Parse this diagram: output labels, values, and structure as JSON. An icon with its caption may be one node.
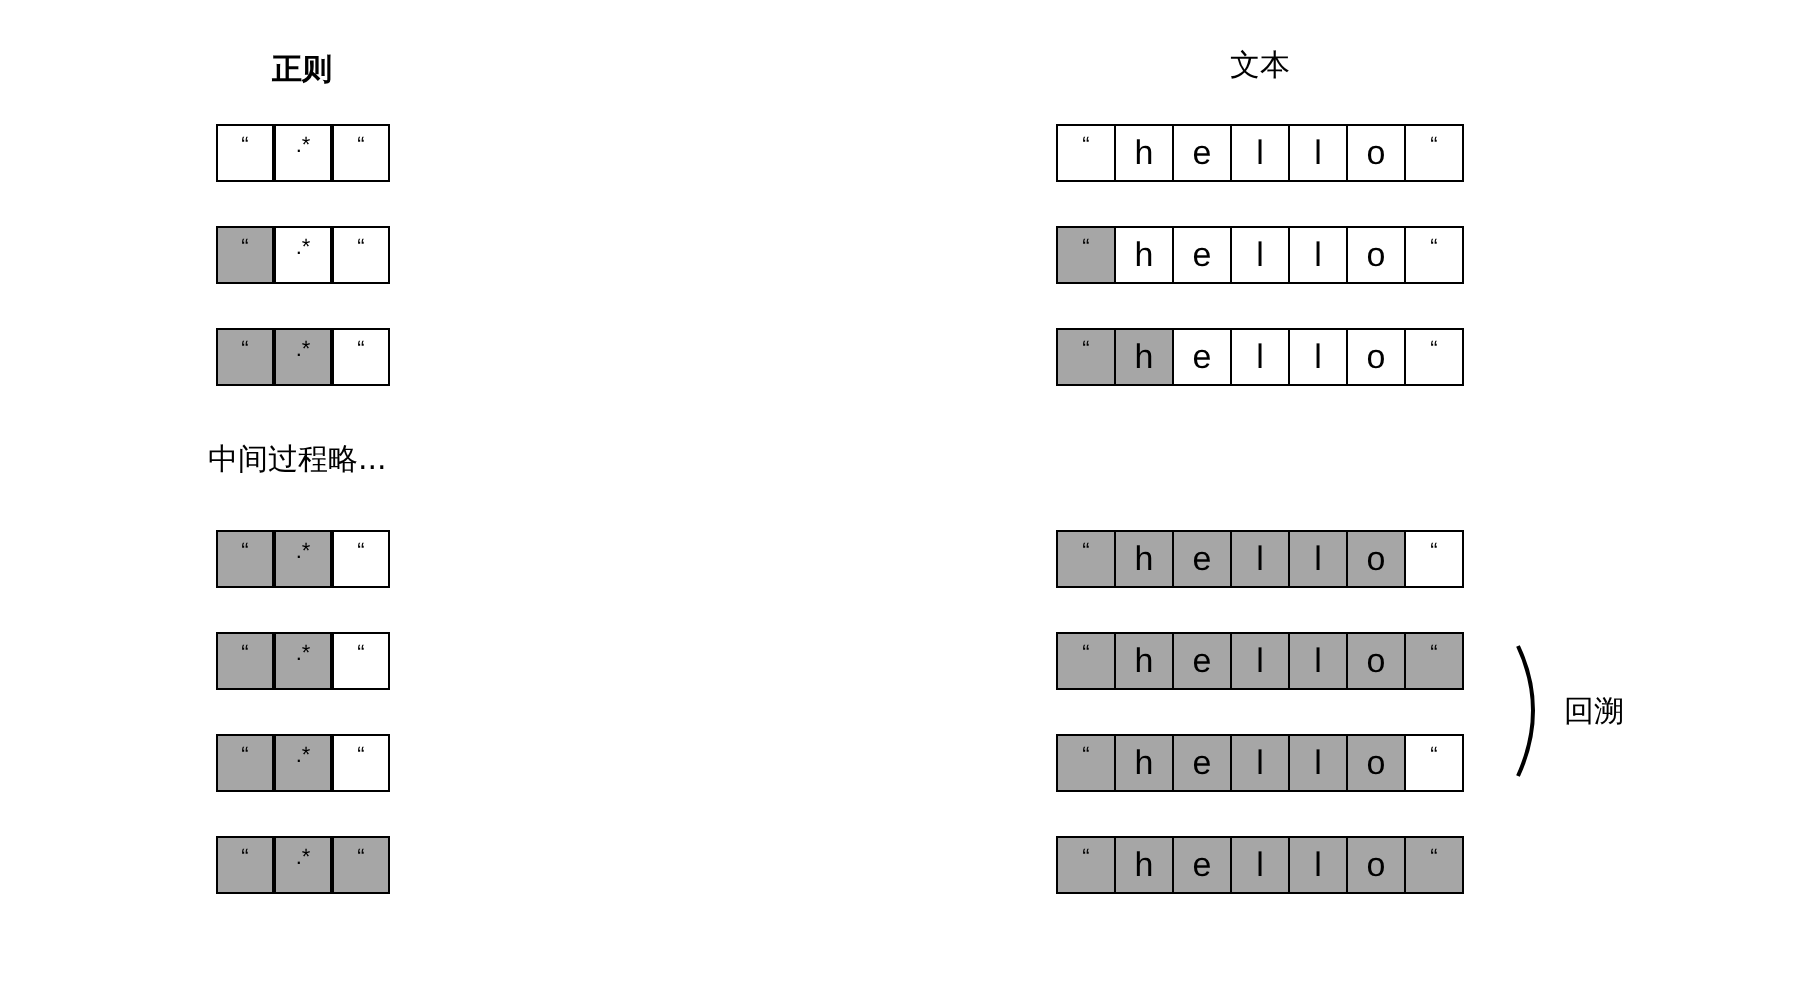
{
  "diagram": {
    "nodes": [
      {
        "text": [
          "“"
        ]
      },
      {
        "text": [
          ".*"
        ]
      },
      {
        "text": [
          "“"
        ]
      },
      {
        "text": [
          "“"
        ]
      },
      {
        "text": [
          ".*"
        ]
      },
      {
        "text": [
          "“"
        ]
      },
      {
        "text": [
          "“"
        ]
      },
      {
        "text": [
          ".*"
        ]
      },
      {
        "text": [
          "“"
        ]
      },
      {
        "text": [
          "“"
        ]
      },
      {
        "text": [
          ".*"
        ]
      },
      {
        "text": [
          "“"
        ]
      },
      {
        "text": [
          "“"
        ]
      },
      {
        "text": [
          ".*"
        ]
      },
      {
        "text": [
          "“"
        ]
      },
      {
        "text": [
          "“"
        ]
      },
      {
        "text": [
          ".*"
        ]
      },
      {
        "text": [
          "“"
        ]
      },
      {
        "text": [
          "“"
        ]
      },
      {
        "text": [
          ".*"
        ]
      },
      {
        "text": [
          "“"
        ]
      },
      {
        "text": [
          "“"
        ]
      },
      {
        "text": [
          "h"
        ]
      },
      {
        "text": [
          "e"
        ]
      },
      {
        "text": [
          "l"
        ]
      },
      {
        "text": [
          "l"
        ]
      },
      {
        "text": [
          "o"
        ]
      },
      {
        "text": [
          "“"
        ]
      },
      {
        "text": [
          "“"
        ]
      },
      {
        "text": [
          "h"
        ]
      },
      {
        "text": [
          "e"
        ]
      },
      {
        "text": [
          "l"
        ]
      },
      {
        "text": [
          "l"
        ]
      },
      {
        "text": [
          "o"
        ]
      },
      {
        "text": [
          "“"
        ]
      },
      {
        "text": [
          "“"
        ]
      },
      {
        "text": [
          "h"
        ]
      },
      {
        "text": [
          "e"
        ]
      },
      {
        "text": [
          "l"
        ]
      },
      {
        "text": [
          "l"
        ]
      },
      {
        "text": [
          "o"
        ]
      },
      {
        "text": [
          "“"
        ]
      },
      {
        "text": [
          "“"
        ]
      },
      {
        "text": [
          "h"
        ]
      },
      {
        "text": [
          "e"
        ]
      },
      {
        "text": [
          "l"
        ]
      },
      {
        "text": [
          "l"
        ]
      },
      {
        "text": [
          "o"
        ]
      },
      {
        "text": [
          "“"
        ]
      },
      {
        "text": [
          "“"
        ]
      },
      {
        "text": [
          "h"
        ]
      },
      {
        "text": [
          "e"
        ]
      },
      {
        "text": [
          "l"
        ]
      },
      {
        "text": [
          "l"
        ]
      },
      {
        "text": [
          "o"
        ]
      },
      {
        "text": [
          "“"
        ]
      },
      {
        "text": [
          "“"
        ]
      },
      {
        "text": [
          "h"
        ]
      },
      {
        "text": [
          "e"
        ]
      },
      {
        "text": [
          "l"
        ]
      },
      {
        "text": [
          "l"
        ]
      },
      {
        "text": [
          "o"
        ]
      },
      {
        "text": [
          "“"
        ]
      },
      {
        "text": [
          "“"
        ]
      },
      {
        "text": [
          "h"
        ]
      },
      {
        "text": [
          "e"
        ]
      },
      {
        "text": [
          "l"
        ]
      },
      {
        "text": [
          "l"
        ]
      },
      {
        "text": [
          "o"
        ]
      },
      {
        "text": [
          "“"
        ]
      }
    ],
    "labels": [
      "正则",
      "文本",
      "中间过程略...",
      "回溯"
    ]
  }
}
